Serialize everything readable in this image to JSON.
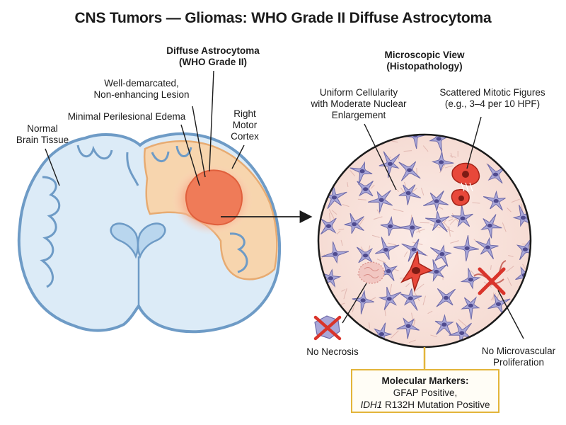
{
  "title": "CNS Tumors — Gliomas: WHO Grade II Diffuse Astrocytoma",
  "labels": {
    "tumor_title_1": "Diffuse Astrocytoma",
    "tumor_title_2": "(WHO Grade II)",
    "lesion_1": "Well-demarcated,",
    "lesion_2": "Non-enhancing Lesion",
    "edema": "Minimal Perilesional Edema",
    "cortex_1": "Right",
    "cortex_2": "Motor",
    "cortex_3": "Cortex",
    "normal_1": "Normal",
    "normal_2": "Brain Tissue",
    "micro_title_1": "Microscopic View",
    "micro_title_2": "(Histopathology)",
    "uniform_1": "Uniform Cellularity",
    "uniform_2": "with Moderate Nuclear",
    "uniform_3": "Enlargement",
    "mitotic_1": "Scattered Mitotic Figures",
    "mitotic_2": "(e.g., 3–4 per 10 HPF)",
    "necrosis": "No Necrosis",
    "microvasc_1": "No Microvascular",
    "microvasc_2": "Proliferation"
  },
  "molecular": {
    "heading": "Molecular Markers:",
    "line1": "GFAP Positive,",
    "gene": "IDH1",
    "line2_rest": " R132H Mutation Positive"
  },
  "colors": {
    "brain_fill": "#dcebf7",
    "brain_stroke": "#6e9bc6",
    "edema_fill": "#f9d4ab",
    "tumor_fill": "#ef7b58",
    "micro_bg": "#f9e3dd",
    "cell_fill": "#a9a7d8",
    "mitotic_cell": "#e8483a",
    "x_mark": "#d9342b",
    "marker_border": "#e3b53a"
  }
}
